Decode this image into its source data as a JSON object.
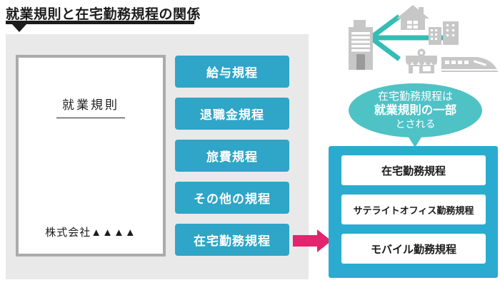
{
  "title": {
    "text": "就業規則と在宅勤務規程の関係"
  },
  "document": {
    "title": "就業規則",
    "company": "株式会社▲▲▲▲"
  },
  "regulation_buttons": [
    "給与規程",
    "退職金規程",
    "旅費規程",
    "その他の規程",
    "在宅勤務規程"
  ],
  "callout": {
    "line1": "在宅勤務規程は",
    "line2": "就業規則の一部",
    "line3": "とされる"
  },
  "telework_box": {
    "items": [
      "在宅勤務規程",
      "サテライトオフィス勤務規程",
      "モバイル勤務規程"
    ]
  },
  "illustration": {
    "icons": [
      "office-building-icon",
      "house-icon",
      "city-buildings-icon",
      "shop-icon",
      "train-icon"
    ],
    "meaning": "office connected to home, other offices, shop and travel"
  },
  "colors": {
    "teal_button": "#2FA5C8",
    "teal_container": "#2BABCF",
    "bubble_teal": "#4FC2C6",
    "illustration_arrow_teal": "#35BCB5",
    "pink_arrow": "#E2256E",
    "panel_gray": "#E9E9E9",
    "icon_gray": "#C7C7C7",
    "title_black": "#1c1c1c"
  }
}
